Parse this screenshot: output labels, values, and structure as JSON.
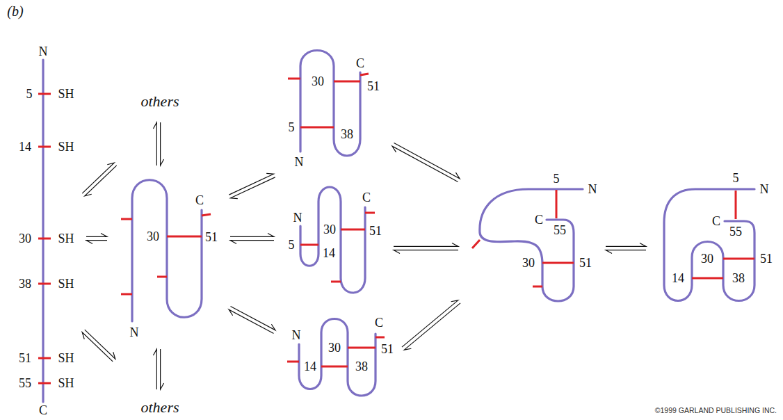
{
  "diagram": {
    "nodes": [
      {
        "text": [
          "N",
          "5",
          "SH",
          "14",
          "SH",
          "30",
          "SH",
          "38",
          "SH",
          "51",
          "SH",
          "55",
          "SH",
          "C"
        ]
      },
      {
        "text": [
          "C",
          "30",
          "51",
          "N"
        ]
      },
      {
        "text": [
          "C",
          "30",
          "51",
          "5",
          "38",
          "N"
        ]
      },
      {
        "text": [
          "C",
          "N",
          "30",
          "51",
          "5",
          "14"
        ]
      },
      {
        "text": [
          "C",
          "N",
          "30",
          "51",
          "14",
          "38"
        ]
      },
      {
        "text": [
          "5",
          "N",
          "C",
          "55",
          "30",
          "51"
        ]
      },
      {
        "text": [
          "5",
          "N",
          "C",
          "55",
          "30",
          "51",
          "14",
          "38"
        ]
      }
    ],
    "edges": [
      {
        "from": 0,
        "to": 1,
        "arrow": "both"
      },
      {
        "from": 1,
        "to": 2,
        "arrow": "both"
      },
      {
        "from": 1,
        "to": 3,
        "arrow": "both"
      },
      {
        "from": 1,
        "to": 4,
        "arrow": "both"
      },
      {
        "from": 2,
        "to": 5,
        "arrow": "both"
      },
      {
        "from": 3,
        "to": 5,
        "arrow": "both"
      },
      {
        "from": 4,
        "to": 5,
        "arrow": "both"
      },
      {
        "from": 5,
        "to": 6,
        "arrow": "both"
      }
    ],
    "labels": [
      "(b)",
      "others",
      "others",
      "©1999 GARLAND PUBLISHING INC."
    ]
  }
}
